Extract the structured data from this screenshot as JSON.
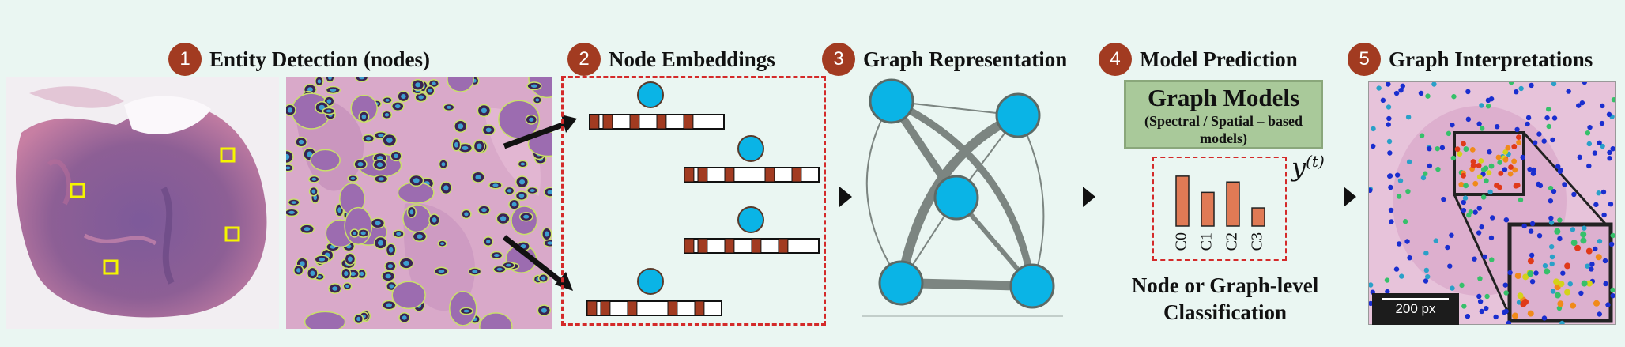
{
  "steps": [
    {
      "number": "1",
      "title": "Entity Detection (nodes)"
    },
    {
      "number": "2",
      "title": "Node Embeddings"
    },
    {
      "number": "3",
      "title": "Graph Representation"
    },
    {
      "number": "4",
      "title": "Model Prediction"
    },
    {
      "number": "5",
      "title": "Graph Interpretations"
    }
  ],
  "model": {
    "title": "Graph Models",
    "subtitle": "(Spectral / Spatial – based models)"
  },
  "output_symbol": "y(t)",
  "output_label": "t",
  "classes": [
    "C0",
    "C1",
    "C2",
    "C3"
  ],
  "class_values": [
    0.77,
    0.52,
    0.68,
    0.28
  ],
  "caption": "Node or Graph-level Classification",
  "scale_bar": "200 px",
  "colors": {
    "badge": "#a23b21",
    "node": "#0ab4e6",
    "edge": "#7c8581",
    "bar": "#e07a55",
    "dashed": "#d42a2a",
    "model_box": "#a9c99a"
  }
}
